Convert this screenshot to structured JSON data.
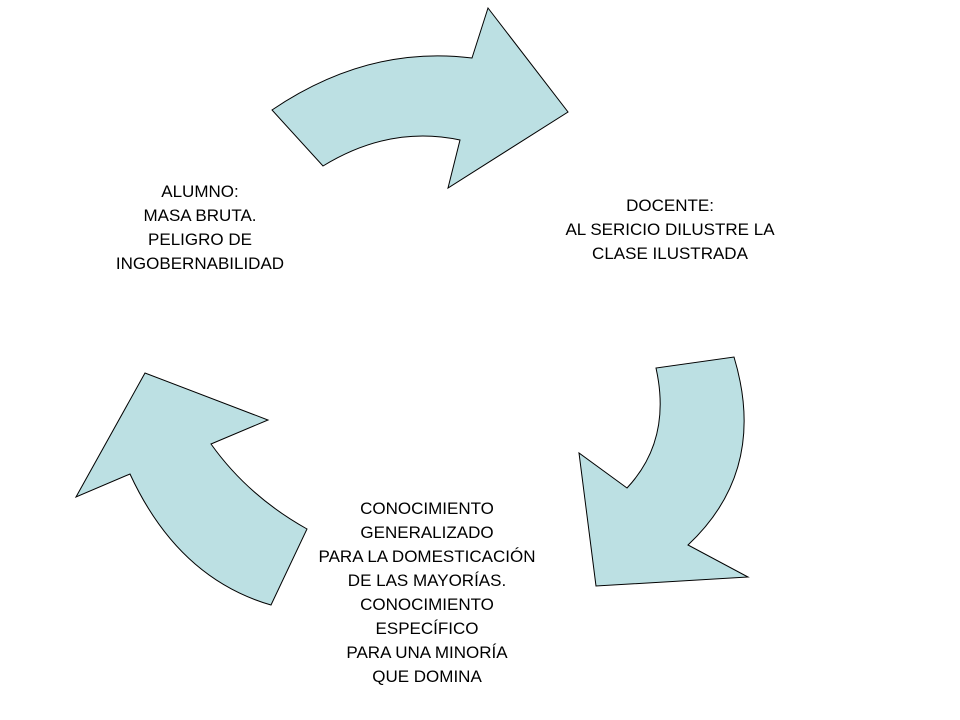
{
  "colors": {
    "arrow_fill": "#bce0e3",
    "arrow_stroke": "#000000",
    "text": "#000000",
    "background": "#ffffff"
  },
  "nodes": {
    "docente": {
      "lines": [
        "DOCENTE:",
        "AL SERICIO DILUSTRE LA",
        "CLASE ILUSTRADA"
      ]
    },
    "alumno": {
      "lines": [
        "ALUMNO:",
        "MASA BRUTA.",
        "PELIGRO DE",
        "INGOBERNABILIDAD"
      ]
    },
    "conocimiento": {
      "lines": [
        "CONOCIMIENTO",
        "GENERALIZADO",
        "PARA LA DOMESTICACIÓN",
        "DE LAS MAYORÍAS.",
        "CONOCIMIENTO",
        "ESPECÍFICO",
        "PARA UNA MINORÍA",
        "QUE DOMINA"
      ]
    }
  },
  "arrows": [
    {
      "from": "alumno",
      "to": "docente"
    },
    {
      "from": "docente",
      "to": "conocimiento"
    },
    {
      "from": "conocimiento",
      "to": "alumno"
    }
  ]
}
